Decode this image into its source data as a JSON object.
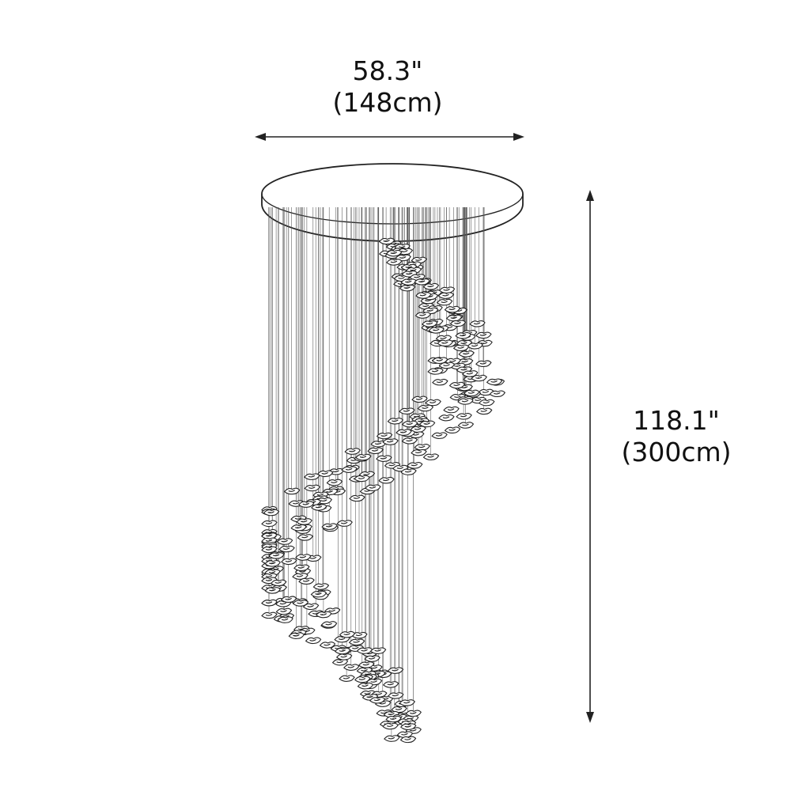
{
  "dimensions": {
    "width": {
      "imperial": "58.3\"",
      "metric": "(148cm)"
    },
    "height": {
      "imperial": "118.1\"",
      "metric": "(300cm)"
    }
  },
  "colors": {
    "line": "#222222",
    "background": "#ffffff"
  }
}
